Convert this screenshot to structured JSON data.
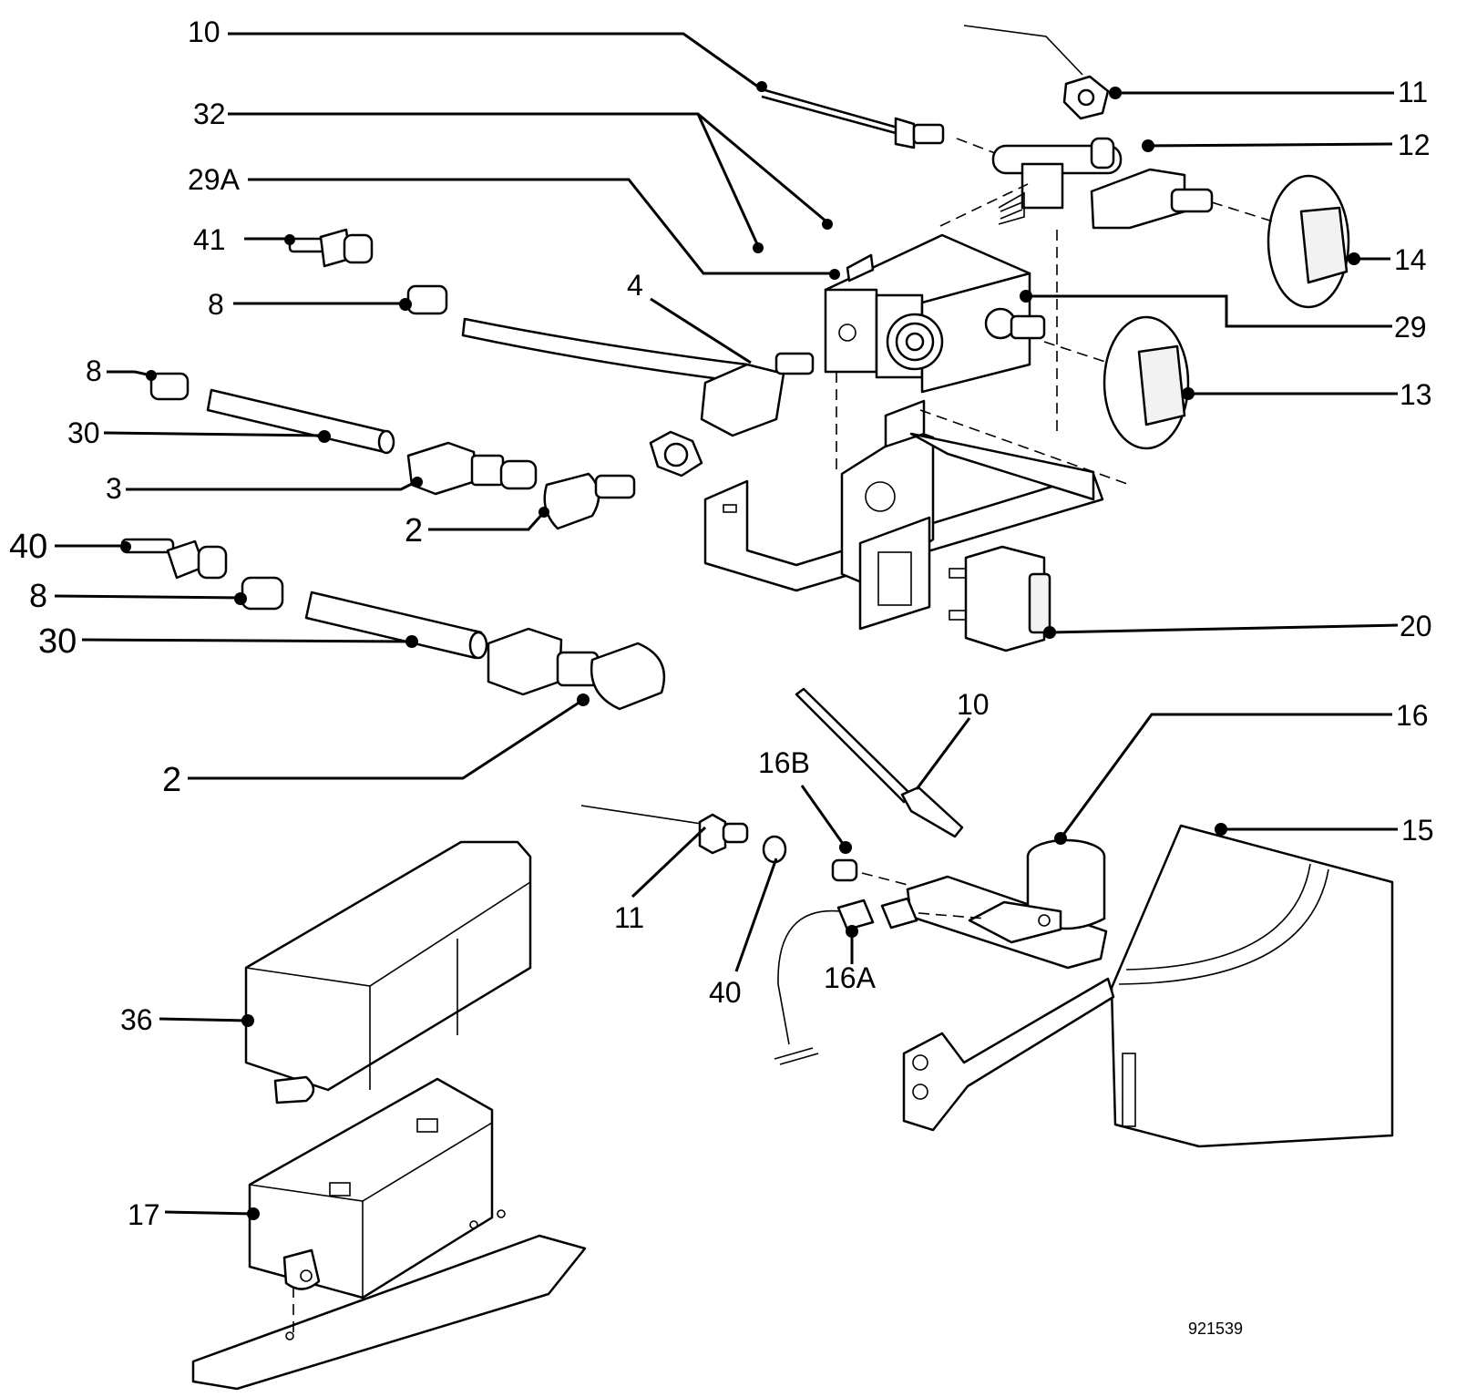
{
  "callouts": {
    "c10a": "10",
    "c32": "32",
    "c29A": "29A",
    "c41": "41",
    "c8a": "8",
    "c4": "4",
    "c8b": "8",
    "c30a": "30",
    "c3": "3",
    "c2a": "2",
    "c40a": "40",
    "c8c": "8",
    "c30b": "30",
    "c2b": "2",
    "c11a": "11",
    "c12": "12",
    "c14": "14",
    "c29": "29",
    "c13": "13",
    "c20": "20",
    "c10b": "10",
    "c16": "16",
    "c16B": "16B",
    "c15": "15",
    "c11b": "11",
    "c40b": "40",
    "c16A": "16A",
    "c36": "36",
    "c17": "17"
  },
  "drawing_code": "921539"
}
